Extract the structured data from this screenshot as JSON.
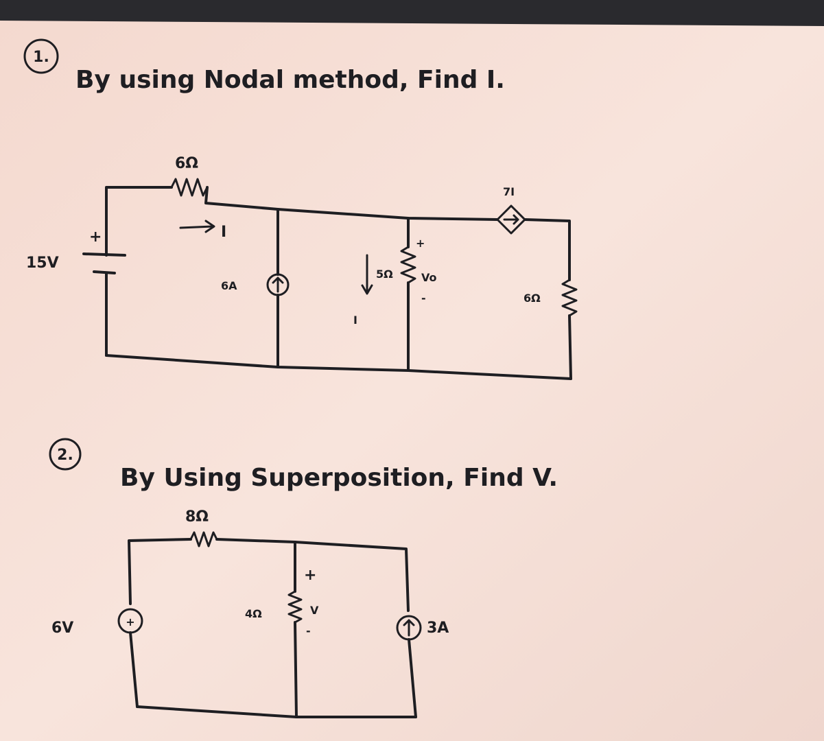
{
  "problem1": {
    "number": "1.",
    "text": "By using Nodal method, Find I.",
    "labels": {
      "resistor_top": "6Ω",
      "current_I": "I",
      "source_voltage": "15V",
      "current_source": "6A",
      "resistor_mid": "5Ω",
      "voltage_vo": "Vo",
      "current_down": "I",
      "dependent_source": "7I",
      "resistor_right": "6Ω",
      "plus": "+",
      "minus": "-"
    }
  },
  "problem2": {
    "number": "2.",
    "text": "By Using Superposition, Find V.",
    "labels": {
      "resistor_top": "8Ω",
      "source_voltage": "6V",
      "resistor_mid": "4Ω",
      "voltage_v": "V",
      "current_source": "3A",
      "plus": "+",
      "minus": "-"
    }
  },
  "colors": {
    "paper": "#f6ddd4",
    "ink": "#1e1e22",
    "bezel": "#2a2a2e"
  }
}
